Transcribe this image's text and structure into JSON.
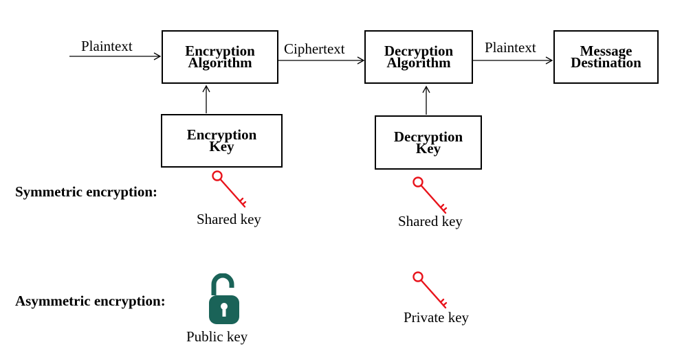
{
  "flow": {
    "input_label": "Plaintext",
    "encryption": {
      "line1": "Encryption",
      "line2": "Algorithm"
    },
    "middle_label": "Ciphertext",
    "decryption": {
      "line1": "Decryption",
      "line2": "Algorithm"
    },
    "output_label": "Plaintext",
    "destination": {
      "line1": "Message",
      "line2": "Destination"
    },
    "enc_key": {
      "line1": "Encryption",
      "line2": "Key"
    },
    "dec_key": {
      "line1": "Decryption",
      "line2": "Key"
    }
  },
  "symmetric": {
    "title": "Symmetric encryption:",
    "left_key": "Shared key",
    "right_key": "Shared key",
    "key_color": "#e8131b"
  },
  "asymmetric": {
    "title": "Asymmetric encryption:",
    "public_key": "Public key",
    "private_key": "Private key",
    "lock_color": "#1a6358",
    "key_color": "#e8131b"
  }
}
